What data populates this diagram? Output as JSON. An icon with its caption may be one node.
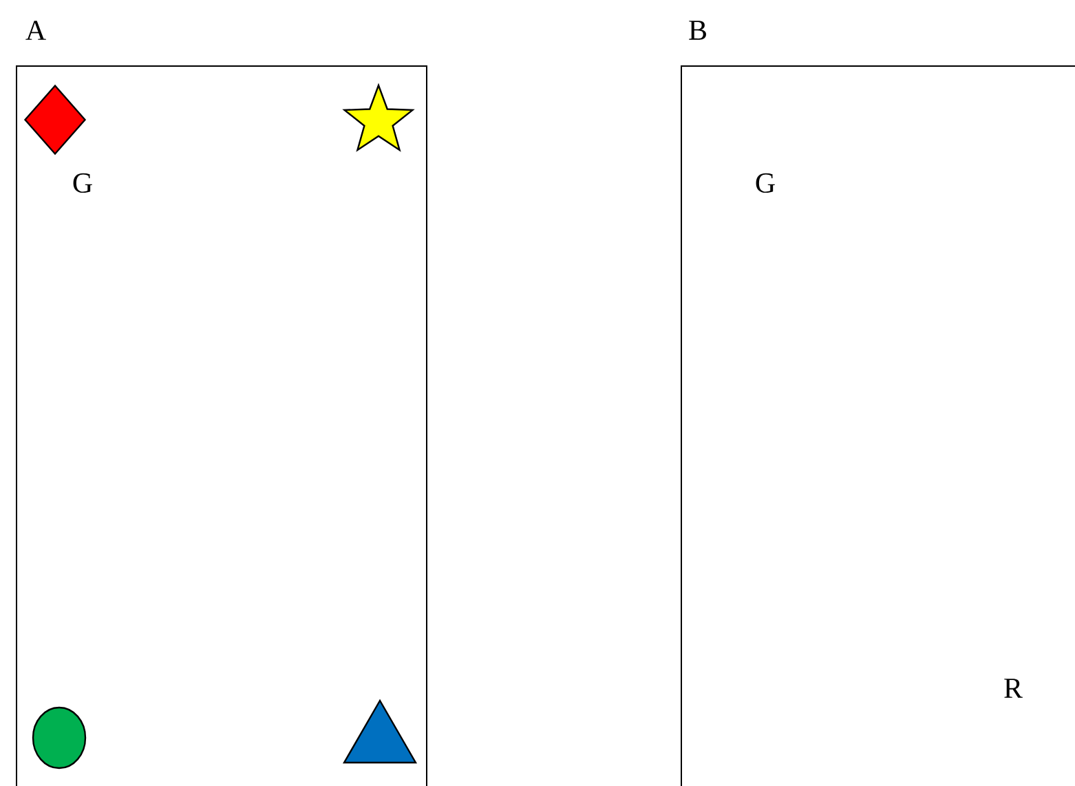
{
  "diagram": {
    "nodes": [
      {
        "text": [
          "A"
        ]
      },
      {
        "text": [],
        "shape": "diamond",
        "in": 0
      },
      {
        "text": [],
        "shape": "star",
        "in": 0
      },
      {
        "text": [],
        "shape": "circle",
        "in": 0
      },
      {
        "text": [],
        "shape": "triangle",
        "in": 0
      },
      {
        "text": [
          "B"
        ]
      }
    ],
    "labels": [
      "G",
      "G",
      "R"
    ]
  }
}
